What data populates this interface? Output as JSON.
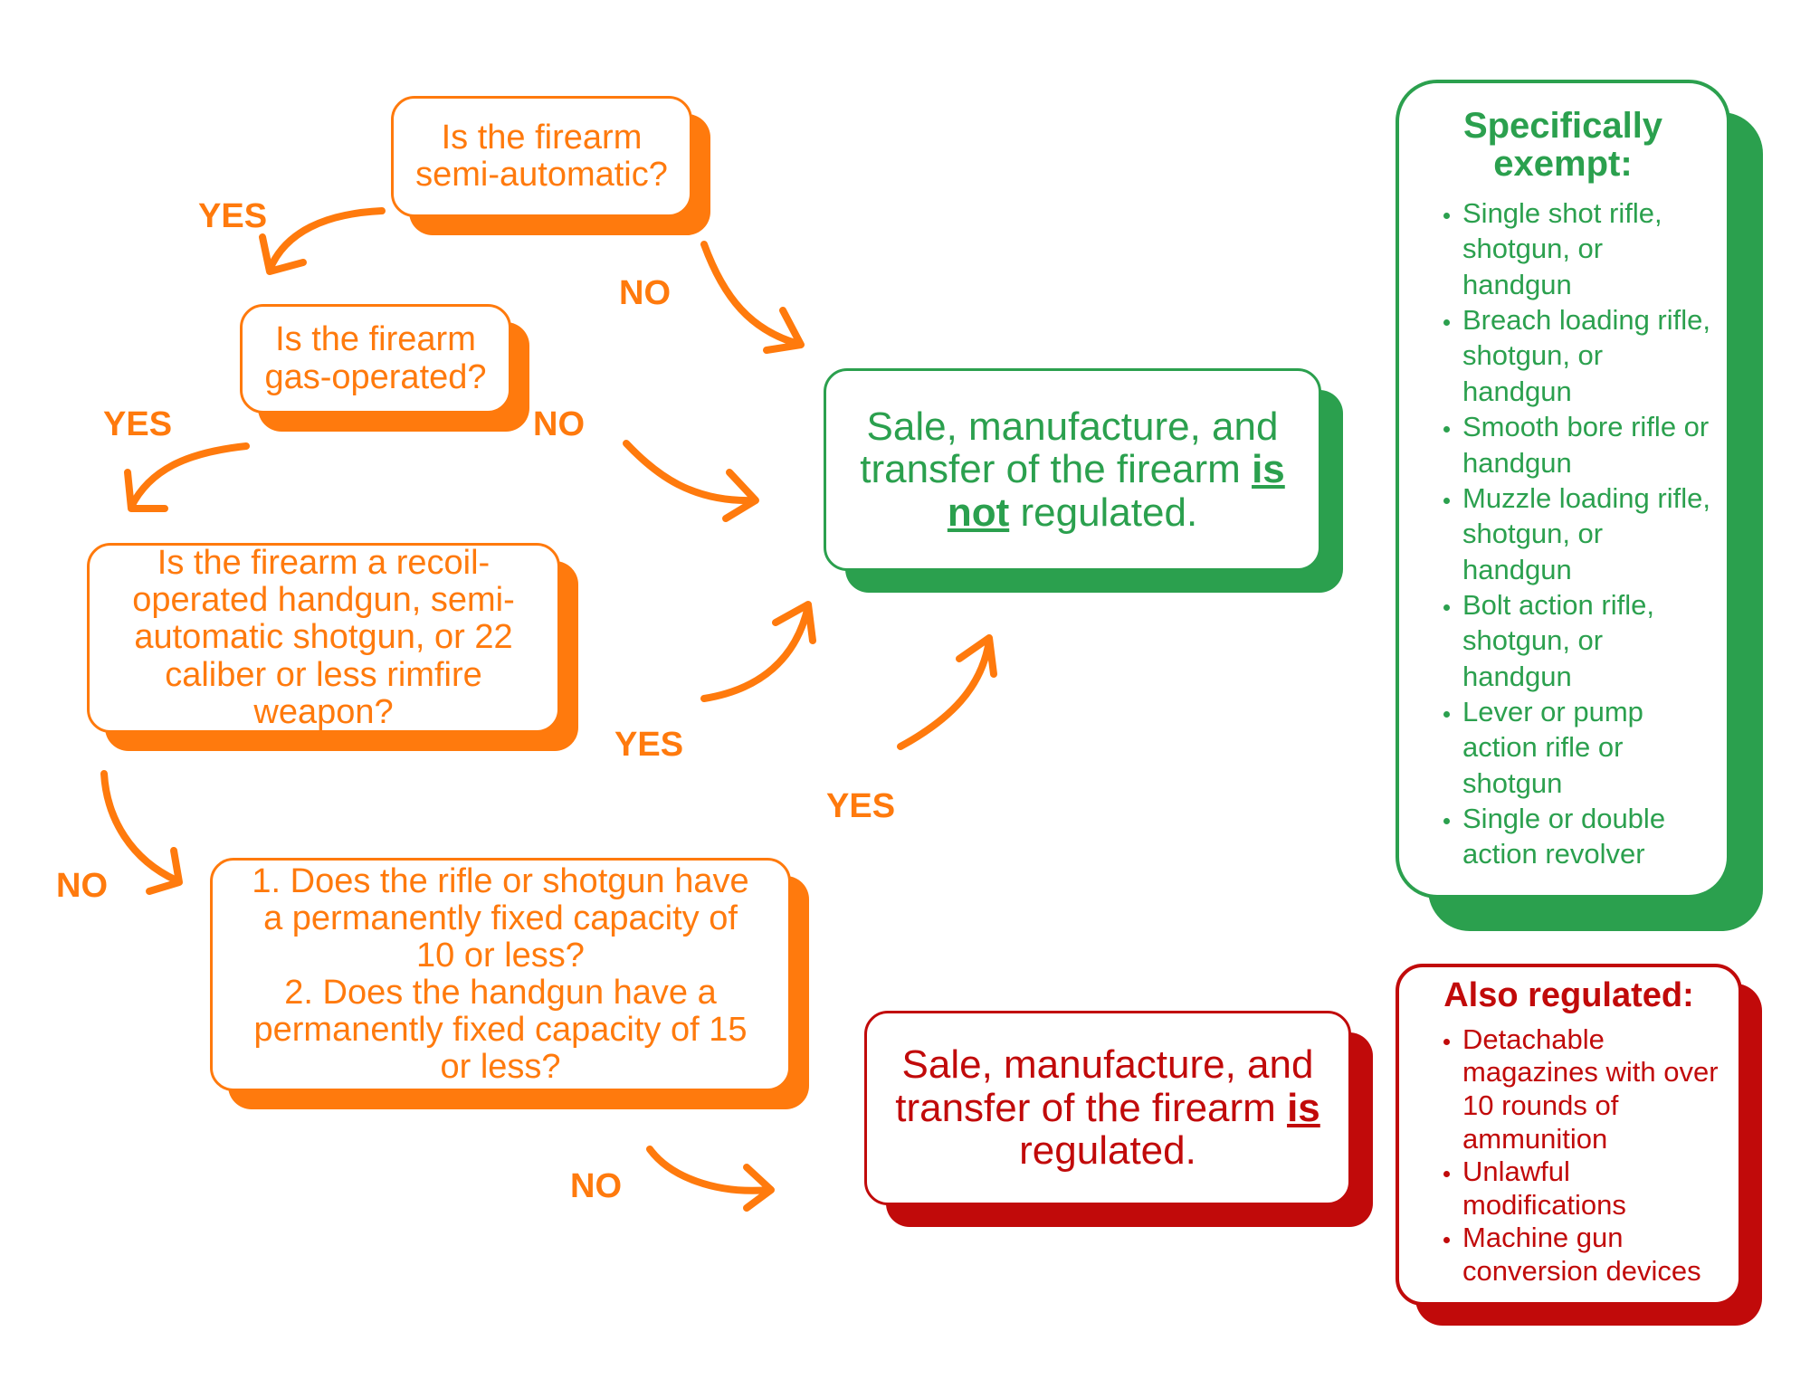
{
  "questions": {
    "q1": "Is the firearm semi-automatic?",
    "q2": "Is the firearm gas-operated?",
    "q3": "Is the firearm a recoil-operated handgun, semi-automatic shotgun, or 22 caliber or less rimfire weapon?",
    "q4_line1": "1. Does the rifle or shotgun have a permanently fixed capacity of 10 or less?",
    "q4_line2": "2. Does the handgun have a permanently fixed capacity of 15 or less?"
  },
  "labels": {
    "yes": "YES",
    "no": "NO"
  },
  "results": {
    "not_regulated_pre": "Sale, manufacture, and transfer of the firearm",
    "not_regulated_em": "is not",
    "not_regulated_post": "regulated.",
    "regulated_pre": "Sale, manufacture, and transfer of the firearm",
    "regulated_em": "is",
    "regulated_post": "regulated."
  },
  "exempt": {
    "title": "Specifically exempt:",
    "items": [
      "Single shot rifle, shotgun, or handgun",
      "Breach loading rifle, shotgun, or handgun",
      "Smooth bore rifle or handgun",
      "Muzzle loading rifle, shotgun, or handgun",
      "Bolt action rifle, shotgun, or handgun",
      "Lever or pump action rifle or shotgun",
      "Single or double action revolver"
    ]
  },
  "also_regulated": {
    "title": "Also regulated:",
    "items": [
      "Detachable magazines with over 10 rounds of ammunition",
      "Unlawful modifications",
      "Machine gun conversion devices"
    ]
  },
  "colors": {
    "orange": "#ff7a0d",
    "green": "#2ba04e",
    "red": "#c10a0a"
  }
}
